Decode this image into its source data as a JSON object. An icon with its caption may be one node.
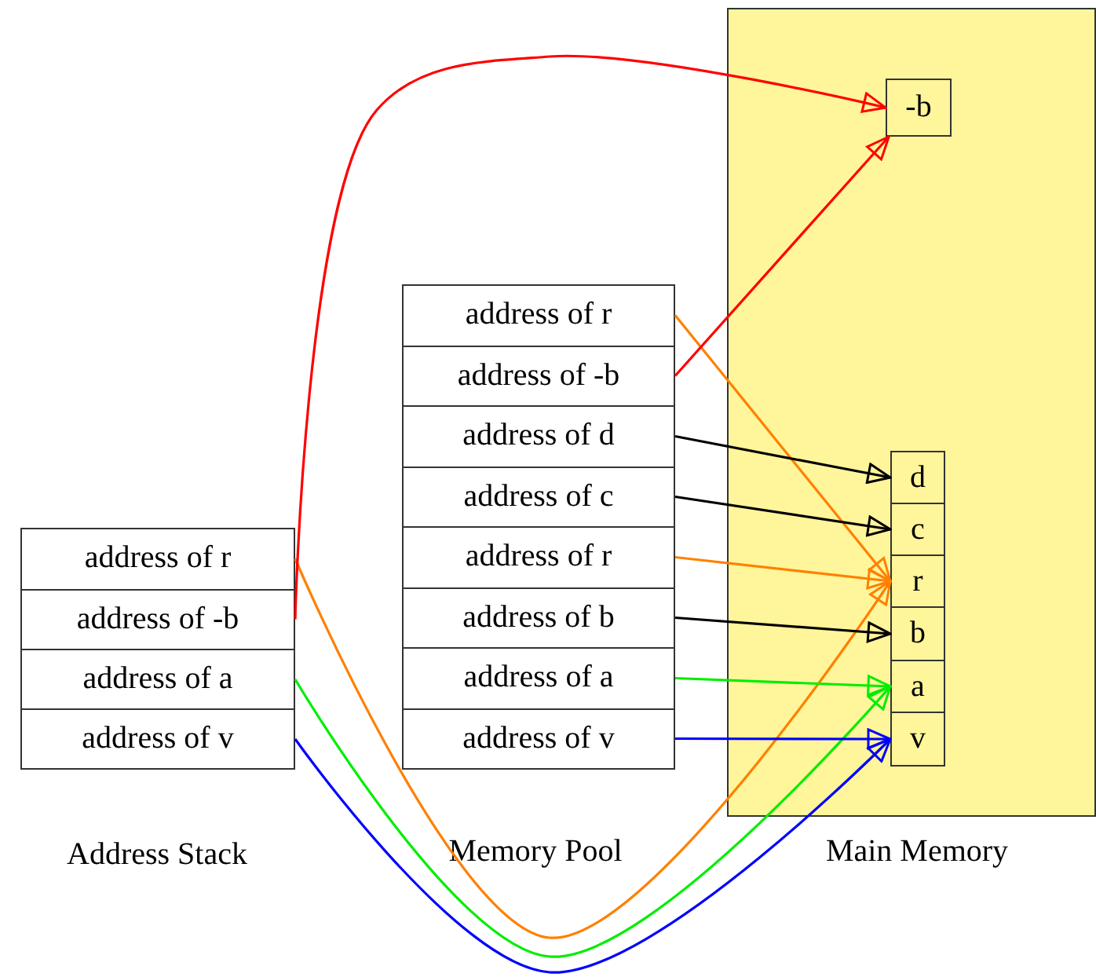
{
  "diagram": {
    "nodes": [
      {
        "text": [],
        "shape": "box"
      },
      {
        "text": [
          "-b"
        ],
        "in": 0
      },
      {
        "text": [
          "d"
        ],
        "in": 0
      },
      {
        "text": [
          "c"
        ],
        "in": 0
      },
      {
        "text": [
          "r"
        ],
        "in": 0
      },
      {
        "text": [
          "b"
        ],
        "in": 0
      },
      {
        "text": [
          "a"
        ],
        "in": 0
      },
      {
        "text": [
          "v"
        ],
        "in": 0
      },
      {
        "text": [
          "address of r"
        ]
      },
      {
        "text": [
          "address of -b"
        ]
      },
      {
        "text": [
          "address of a"
        ]
      },
      {
        "text": [
          "address of v"
        ]
      },
      {
        "text": [
          "address of r"
        ]
      },
      {
        "text": [
          "address of -b"
        ]
      },
      {
        "text": [
          "address of d"
        ]
      },
      {
        "text": [
          "address of c"
        ]
      },
      {
        "text": [
          "address of r"
        ]
      },
      {
        "text": [
          "address of b"
        ]
      },
      {
        "text": [
          "address of a"
        ]
      },
      {
        "text": [
          "address of v"
        ]
      }
    ],
    "edges": [
      {
        "from": 8,
        "to": 4,
        "arrow": "to",
        "color": "#ff8000"
      },
      {
        "from": 9,
        "to": 1,
        "arrow": "to",
        "color": "#ff0000"
      },
      {
        "from": 10,
        "to": 6,
        "arrow": "to",
        "color": "#00ee00"
      },
      {
        "from": 11,
        "to": 7,
        "arrow": "to",
        "color": "#0000ff"
      },
      {
        "from": 12,
        "to": 4,
        "arrow": "to",
        "color": "#ff8000"
      },
      {
        "from": 13,
        "to": 1,
        "arrow": "to",
        "color": "#ff0000"
      },
      {
        "from": 14,
        "to": 2,
        "arrow": "to",
        "color": "#000000"
      },
      {
        "from": 15,
        "to": 3,
        "arrow": "to",
        "color": "#000000"
      },
      {
        "from": 16,
        "to": 4,
        "arrow": "to",
        "color": "#ff8000"
      },
      {
        "from": 17,
        "to": 5,
        "arrow": "to",
        "color": "#000000"
      },
      {
        "from": 18,
        "to": 6,
        "arrow": "to",
        "color": "#00ee00"
      },
      {
        "from": 19,
        "to": 7,
        "arrow": "to",
        "color": "#0000ff"
      }
    ],
    "labels": [
      "Address Stack",
      "Memory Pool",
      "Main Memory"
    ]
  }
}
